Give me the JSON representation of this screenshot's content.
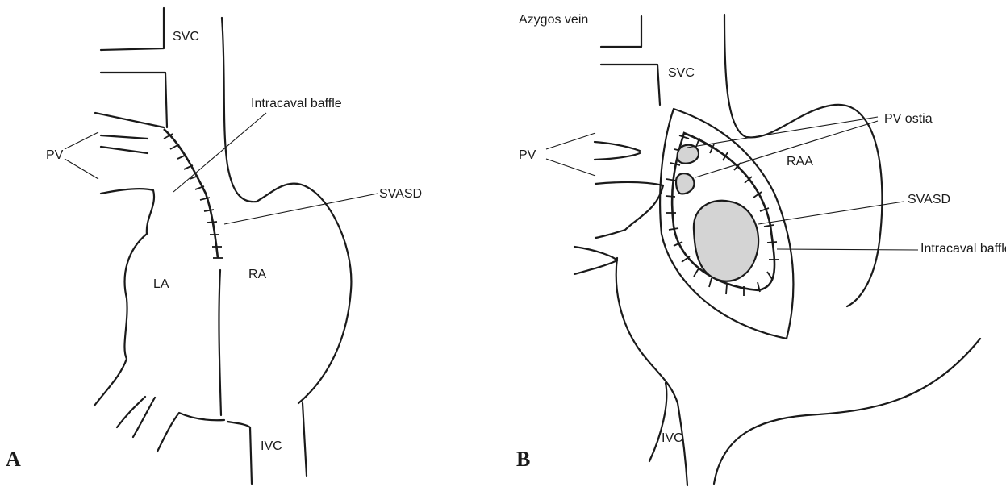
{
  "panel_a": {
    "panel_label": "A",
    "labels": {
      "svc": "SVC",
      "intracaval_baffle": "Intracaval baffle",
      "pv": "PV",
      "svasd": "SVASD",
      "la": "LA",
      "ra": "RA",
      "ivc": "IVC"
    }
  },
  "panel_b": {
    "panel_label": "B",
    "labels": {
      "azygos_vein": "Azygos vein",
      "svc": "SVC",
      "pv_ostia": "PV ostia",
      "pv": "PV",
      "raa": "RAA",
      "svasd": "SVASD",
      "intracaval_baffle": "Intracaval baffle",
      "ivc": "IVC"
    }
  }
}
